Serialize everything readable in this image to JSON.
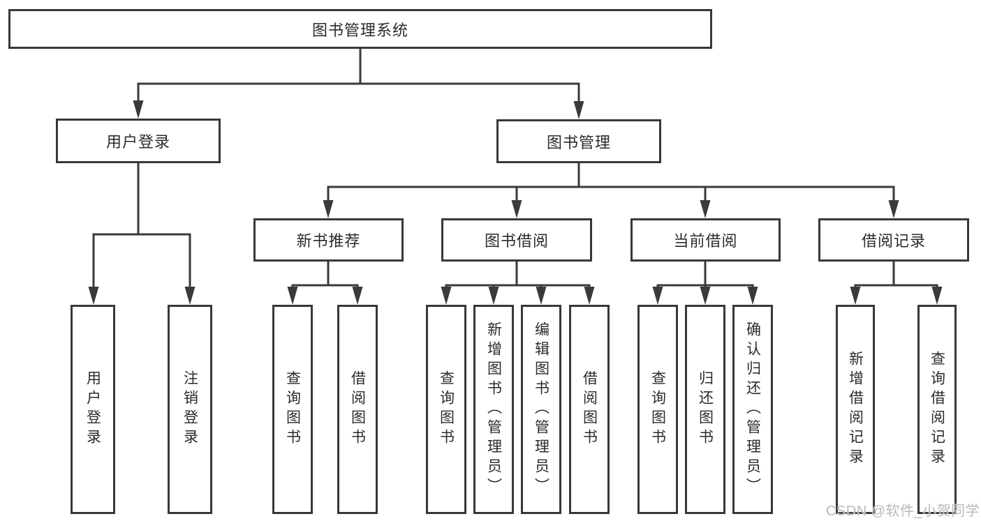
{
  "diagram": {
    "title": "图书管理系统",
    "type": "hierarchy-tree",
    "root": {
      "label": "图书管理系统"
    },
    "level2": [
      {
        "id": "user-login",
        "label": "用户登录"
      },
      {
        "id": "book-management",
        "label": "图书管理"
      }
    ],
    "level3": [
      {
        "id": "new-book-recommend",
        "label": "新书推荐",
        "parent": "book-management"
      },
      {
        "id": "book-borrowing",
        "label": "图书借阅",
        "parent": "book-management"
      },
      {
        "id": "current-borrowing",
        "label": "当前借阅",
        "parent": "book-management"
      },
      {
        "id": "borrow-records",
        "label": "借阅记录",
        "parent": "book-management"
      }
    ],
    "leaves": [
      {
        "id": "user-login-leaf",
        "label": "用户登录",
        "parent": "user-login"
      },
      {
        "id": "logout-leaf",
        "label": "注销登录",
        "parent": "user-login"
      },
      {
        "id": "query-books-recommend",
        "label": "查询图书",
        "parent": "new-book-recommend"
      },
      {
        "id": "borrow-books-recommend",
        "label": "借阅图书",
        "parent": "new-book-recommend"
      },
      {
        "id": "query-books-borrowing",
        "label": "查询图书",
        "parent": "book-borrowing"
      },
      {
        "id": "add-books-admin",
        "label": "新增图书（管理员）",
        "parent": "book-borrowing"
      },
      {
        "id": "edit-books-admin",
        "label": "编辑图书（管理员）",
        "parent": "book-borrowing"
      },
      {
        "id": "borrow-books-borrowing",
        "label": "借阅图书",
        "parent": "book-borrowing"
      },
      {
        "id": "query-books-current",
        "label": "查询图书",
        "parent": "current-borrowing"
      },
      {
        "id": "return-books",
        "label": "归还图书",
        "parent": "current-borrowing"
      },
      {
        "id": "confirm-return-admin",
        "label": "确认归还（管理员）",
        "parent": "current-borrowing"
      },
      {
        "id": "add-borrow-record",
        "label": "新增借阅记录",
        "parent": "borrow-records"
      },
      {
        "id": "query-borrow-record",
        "label": "查询借阅记录",
        "parent": "borrow-records"
      }
    ]
  },
  "watermark": {
    "text": "CSDN @软件_小贺同学"
  },
  "colors": {
    "line": "#3a3a3a",
    "box-border": "#383838",
    "text": "#2b2b2b",
    "watermark": "#b9b9b9",
    "background": "#ffffff"
  }
}
